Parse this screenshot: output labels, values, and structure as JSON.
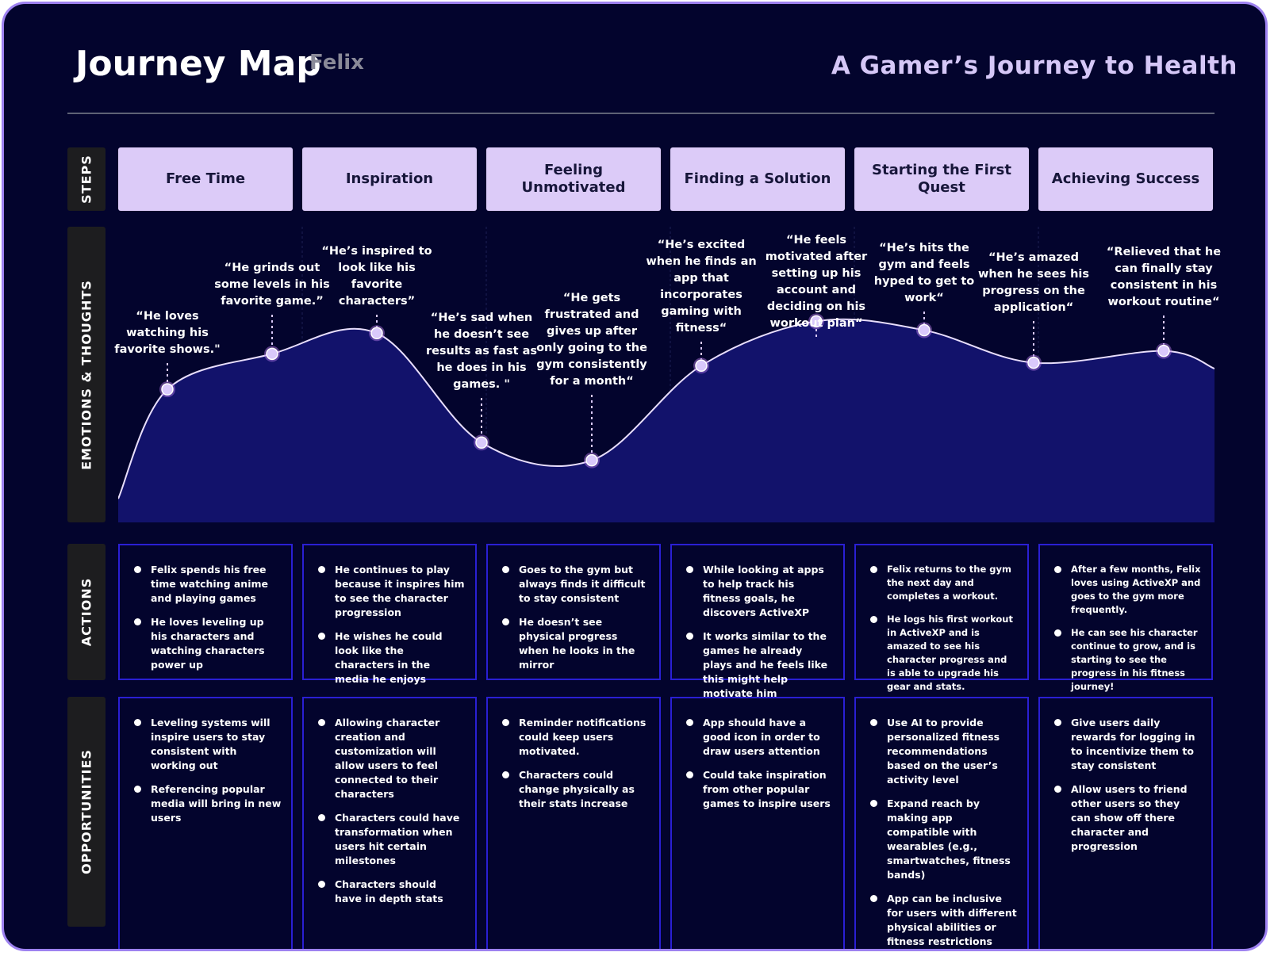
{
  "header": {
    "title": "Journey Map",
    "persona": "Felix",
    "journey_title": "A Gamer’s Journey to Health"
  },
  "row_labels": {
    "steps": "STEPS",
    "emotions": "EMOTIONS & THOUGHTS",
    "actions": "ACTIONS",
    "opportunities": "OPPORTUNITIES"
  },
  "steps": [
    "Free Time",
    "Inspiration",
    "Feeling Unmotivated",
    "Finding a Solution",
    "Starting the First Quest",
    "Achieving Success"
  ],
  "emotions": [
    {
      "quote": "“He loves watching his favorite shows.\"",
      "level": 0.45
    },
    {
      "quote": "“He grinds out some levels in his favorite game.”",
      "level": 0.57
    },
    {
      "quote": "“He’s inspired to look like his favorite characters”",
      "level": 0.64
    },
    {
      "quote": "“He’s sad when he doesn’t see results as fast as he does in his games. \"",
      "level": 0.27
    },
    {
      "quote": "“He gets frustrated and gives up after only going to the gym consistently for a month“",
      "level": 0.21
    },
    {
      "quote": "“He’s excited when he finds an app that incorporates gaming with fitness“",
      "level": 0.53
    },
    {
      "quote": "“He feels motivated after setting up his account and deciding on his workout plan“",
      "level": 0.68
    },
    {
      "quote": "“He’s hits the gym and feels hyped to get to work“",
      "level": 0.65
    },
    {
      "quote": "“He’s amazed when he sees his progress on the application“",
      "level": 0.54
    },
    {
      "quote": "“Relieved that he can finally stay consistent in his workout routine“",
      "level": 0.58
    }
  ],
  "colors": {
    "background": "#03042d",
    "frame_border": "#9e82f0",
    "step_card": "#dccbf8",
    "curve_fill": "#12126b",
    "cell_border": "#2a1fd4",
    "point_fill": "#d9c9fb"
  },
  "actions": [
    [
      "Felix spends his free time watching anime and playing games",
      "He loves leveling up his characters and watching characters power up"
    ],
    [
      "He continues to play because it inspires him to see the character progression",
      "He wishes he could look like the characters in the media he enjoys"
    ],
    [
      "Goes to the gym but always finds it difficult to stay consistent",
      "He doesn’t see physical progress when he looks in the mirror"
    ],
    [
      "While looking at apps to help track his fitness goals, he discovers ActiveXP",
      "It works similar to the games he already plays and he feels like this might help motivate him"
    ],
    [
      "Felix returns to the gym the next day and completes a workout.",
      "He logs his first workout in ActiveXP and is amazed to see his character progress and is able to upgrade his gear and stats."
    ],
    [
      "After a few months, Felix loves using ActiveXP and goes to the gym more frequently.",
      "He can see his character continue to grow, and is starting to see the progress in his fitness journey!"
    ]
  ],
  "opportunities": [
    [
      "Leveling systems will inspire users to stay consistent with working out",
      "Referencing popular media will bring in new users"
    ],
    [
      "Allowing character creation and customization will allow users to feel connected to their characters",
      "Characters could have transformation when users hit certain milestones",
      "Characters should have in depth stats"
    ],
    [
      "Reminder notifications could keep users motivated.",
      "Characters could change physically as their stats increase"
    ],
    [
      "App should have a good icon in order to draw users attention",
      "Could take inspiration from other popular games to inspire users"
    ],
    [
      "Use AI to provide personalized fitness recommendations based on the user’s activity level",
      "Expand reach by making app compatible with wearables (e.g., smartwatches, fitness bands)",
      "App can be inclusive for users with different physical abilities or fitness restrictions"
    ],
    [
      "Give users daily rewards for logging in to incentivize them to stay consistent",
      "Allow users to friend other users so they can show off there character and progression"
    ]
  ]
}
